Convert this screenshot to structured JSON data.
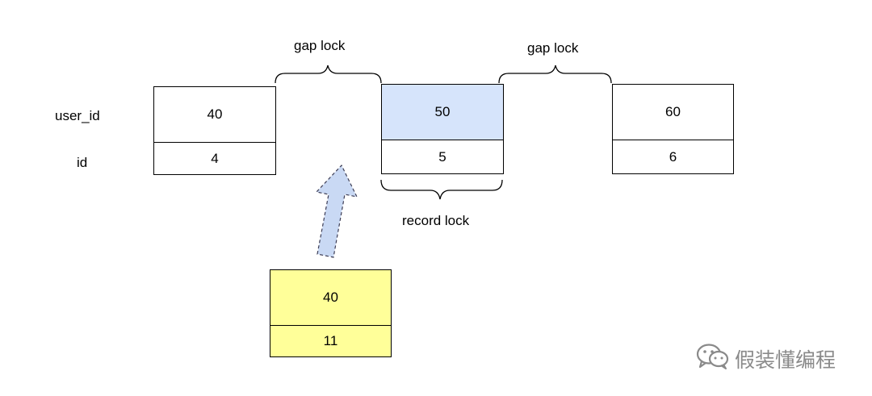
{
  "row_labels": {
    "user_id": "user_id",
    "id": "id"
  },
  "records": [
    {
      "user_id": "40",
      "id": "4"
    },
    {
      "user_id": "50",
      "id": "5"
    },
    {
      "user_id": "60",
      "id": "6"
    }
  ],
  "inserted_record": {
    "user_id": "40",
    "id": "11"
  },
  "annotations": {
    "gap_lock_left": "gap lock",
    "gap_lock_right": "gap lock",
    "record_lock": "record lock"
  },
  "watermark": {
    "text": "假装懂编程",
    "icon": "wechat-icon"
  },
  "colors": {
    "record_lock_fill": "#d6e4fb",
    "inserted_fill": "#ffff99",
    "arrow_fill": "#c9d9f4"
  }
}
